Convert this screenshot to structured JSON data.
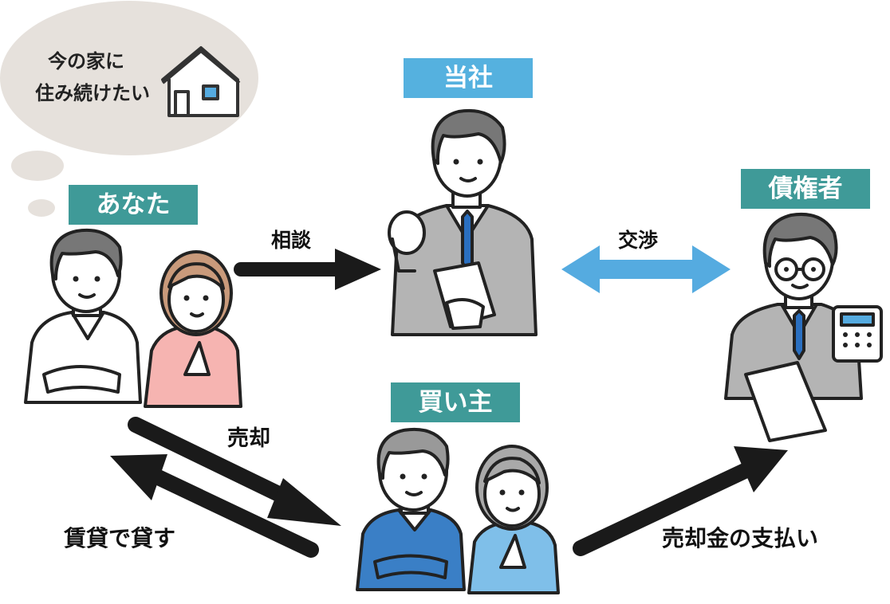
{
  "bubble": {
    "line1": "今の家に",
    "line2": "住み続けたい"
  },
  "roles": {
    "company": "当社",
    "you": "あなた",
    "creditor": "債権者",
    "buyer": "買い主"
  },
  "arrows": {
    "consult": "相談",
    "negotiate": "交渉",
    "sell": "売却",
    "lease": "賃貸で貸す",
    "payment": "売却金の支払い"
  },
  "colors": {
    "company_tag": "#55b1df",
    "teal_tag": "#3f9a98",
    "bubble_fill": "#e6e1dc",
    "negotiate_arrow": "#55abe0",
    "black_arrow": "#1a1a1a"
  },
  "icons": [
    "house-icon",
    "calculator-icon",
    "businessman",
    "couple"
  ]
}
